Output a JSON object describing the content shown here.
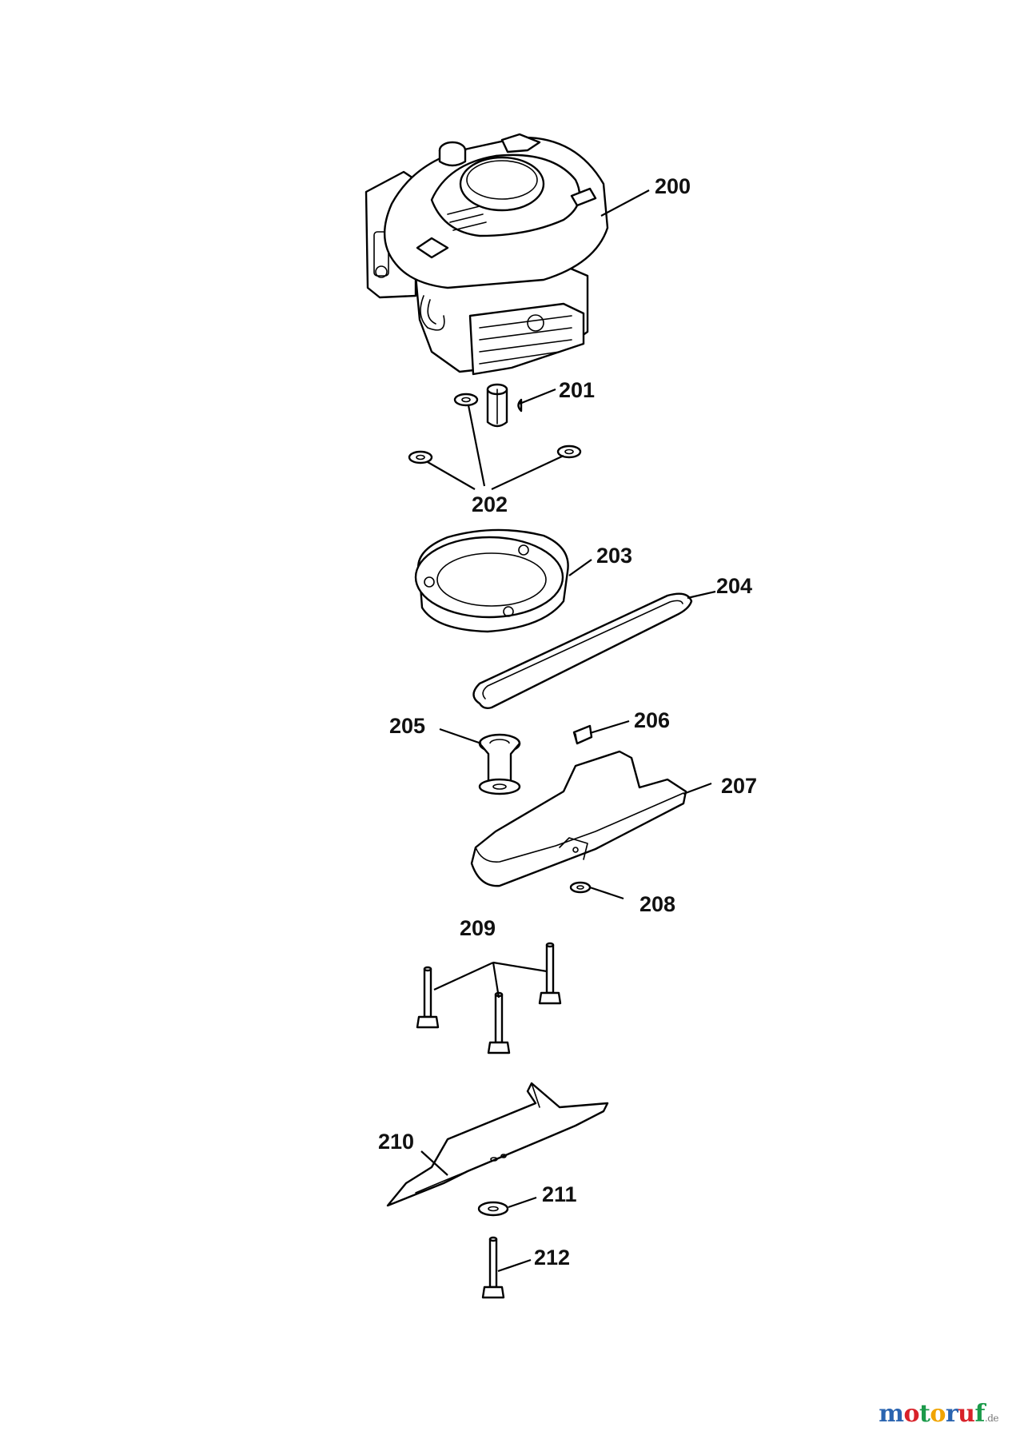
{
  "labels": {
    "p200": "200",
    "p201": "201",
    "p202": "202",
    "p203": "203",
    "p204": "204",
    "p205": "205",
    "p206": "206",
    "p207": "207",
    "p208": "208",
    "p209": "209",
    "p210": "210",
    "p211": "211",
    "p212": "212"
  },
  "brand": {
    "letters": [
      "m",
      "o",
      "t",
      "o",
      "r",
      "u",
      "f"
    ],
    "colors": [
      "#2a64b0",
      "#d8222a",
      "#1b9a4a",
      "#f0a400",
      "#2a64b0",
      "#d8222a",
      "#1b9a4a"
    ],
    "suffix": ".de"
  }
}
